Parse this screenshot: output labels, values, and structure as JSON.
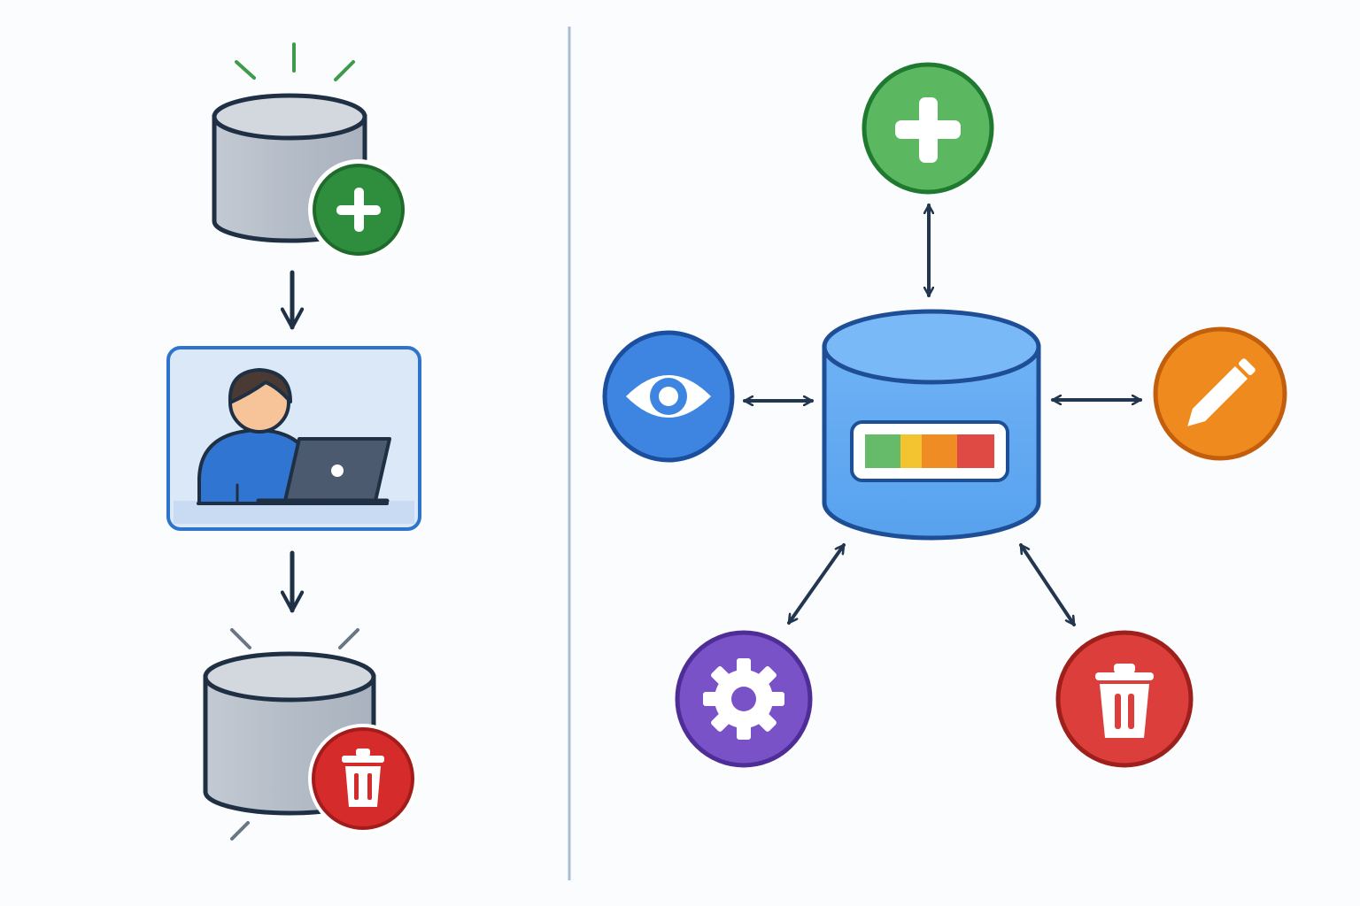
{
  "diagram": {
    "type": "database-lifecycle-illustration",
    "panels": [
      {
        "id": "workflow",
        "nodes": [
          {
            "id": "create-database",
            "icon": "database-plus-icon"
          },
          {
            "id": "user-at-laptop",
            "icon": "person-laptop-icon"
          },
          {
            "id": "delete-database",
            "icon": "database-trash-icon"
          }
        ],
        "edges": [
          {
            "from": "create-database",
            "to": "user-at-laptop",
            "direction": "forward"
          },
          {
            "from": "user-at-laptop",
            "to": "delete-database",
            "direction": "forward"
          }
        ]
      },
      {
        "id": "operations-hub",
        "center": {
          "id": "database",
          "icon": "database-usage-bar-icon",
          "usage_segments": [
            "#66bb6a",
            "#f4c430",
            "#f08c24",
            "#e04a45"
          ]
        },
        "nodes": [
          {
            "id": "create",
            "icon": "plus-icon",
            "color": "#5cb860"
          },
          {
            "id": "view",
            "icon": "eye-icon",
            "color": "#3d85e0"
          },
          {
            "id": "edit",
            "icon": "pencil-icon",
            "color": "#ef8a1e"
          },
          {
            "id": "settings",
            "icon": "gear-icon",
            "color": "#7a52c7"
          },
          {
            "id": "delete",
            "icon": "trash-icon",
            "color": "#dc3f3b"
          }
        ],
        "edges": [
          {
            "from": "database",
            "to": "create",
            "direction": "bidirectional"
          },
          {
            "from": "database",
            "to": "view",
            "direction": "bidirectional"
          },
          {
            "from": "database",
            "to": "edit",
            "direction": "bidirectional"
          },
          {
            "from": "database",
            "to": "settings",
            "direction": "bidirectional"
          },
          {
            "from": "database",
            "to": "delete",
            "direction": "bidirectional"
          }
        ]
      }
    ]
  }
}
